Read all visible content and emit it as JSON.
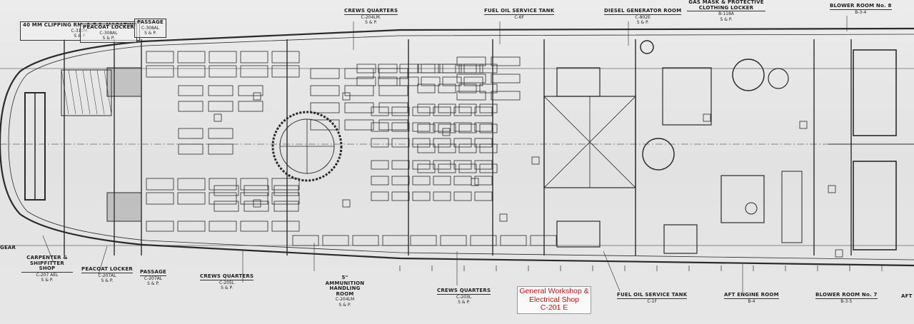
{
  "caption": {
    "line1": "General Workshop &",
    "line2": "Electrical Shop",
    "line3": "C-201 E"
  },
  "labels": {
    "mm_magazine": {
      "title": "40 MM CLIPPING RM. & E.S. MAGAZINE",
      "code": "C-310M.",
      "sub": "S & P."
    },
    "peacoat_locker_top": {
      "title": "PEACOAT LOCKER",
      "code": "C-308AL",
      "sub": "S & P."
    },
    "passage_top": {
      "title": "PASSAGE",
      "code": "C-308AL",
      "sub": "S & P."
    },
    "crews_quarters_top": {
      "title": "CREWS QUARTERS",
      "code": "C-204LM.",
      "sub": "S & P."
    },
    "fuel_oil_service_top": {
      "title": "FUEL OIL SERVICE TANK",
      "code": "C-6F",
      "sub": ""
    },
    "diesel_generator": {
      "title": "DIESEL GENERATOR ROOM",
      "code": "C-802E",
      "sub": "S & P."
    },
    "gas_mask": {
      "title": "GAS MASK & PROTECTIVE CLOTHING LOCKER",
      "code": "B-118A",
      "sub": "S & P."
    },
    "blower_room_8": {
      "title": "BLOWER ROOM No. 8",
      "code": "B-3-4",
      "sub": ""
    },
    "gear": {
      "title": "GEAR",
      "code": "",
      "sub": ""
    },
    "carpenter": {
      "title": "CARPENTER & SHIPFITTER SHOP",
      "code": "C-207 AEL",
      "sub": "S & P."
    },
    "peacoat_locker_bottom": {
      "title": "PEACOAT LOCKER",
      "code": "C-207AL",
      "sub": "S & P."
    },
    "passage_bottom": {
      "title": "PASSAGE",
      "code": "C-207AL",
      "sub": "S & P."
    },
    "crews_quarters_mid": {
      "title": "CREWS QUARTERS",
      "code": "C-205L",
      "sub": "S & P."
    },
    "ammunition": {
      "title": "5\" AMMUNITION HANDLING ROOM",
      "code": "C-204LM",
      "sub": "S & P."
    },
    "crews_quarters_bottom": {
      "title": "CREWS QUARTERS",
      "code": "C-203L",
      "sub": "S & P."
    },
    "fuel_oil_service_bottom": {
      "title": "FUEL OIL SERVICE TANK",
      "code": "C-1F",
      "sub": ""
    },
    "aft_engine": {
      "title": "AFT ENGINE ROOM",
      "code": "B-4",
      "sub": ""
    },
    "blower_room_7": {
      "title": "BLOWER ROOM No. 7",
      "code": "B-3-5",
      "sub": ""
    },
    "aft_edge": {
      "title": "AFT",
      "code": "",
      "sub": ""
    }
  },
  "colors": {
    "paper": "#e9e9e9",
    "ink": "#2a2a2a",
    "caption_text": "#c8101a"
  }
}
